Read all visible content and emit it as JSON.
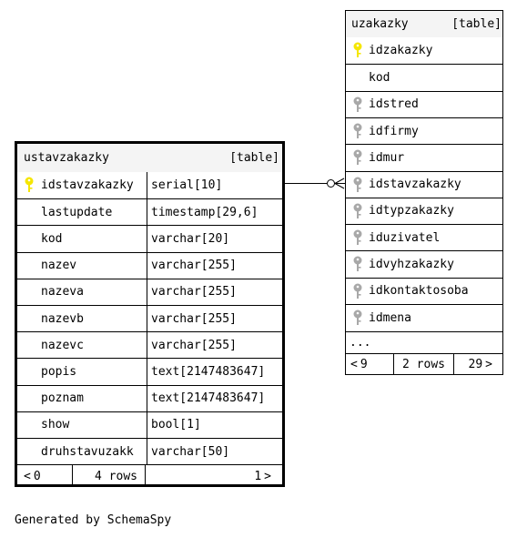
{
  "main_table": {
    "name": "ustavzakazky",
    "kind": "[table]",
    "columns": [
      {
        "name": "idstavzakazky",
        "type": "serial[10]",
        "key": "primary-key-icon"
      },
      {
        "name": "lastupdate",
        "type": "timestamp[29,6]",
        "key": ""
      },
      {
        "name": "kod",
        "type": "varchar[20]",
        "key": ""
      },
      {
        "name": "nazev",
        "type": "varchar[255]",
        "key": ""
      },
      {
        "name": "nazeva",
        "type": "varchar[255]",
        "key": ""
      },
      {
        "name": "nazevb",
        "type": "varchar[255]",
        "key": ""
      },
      {
        "name": "nazevc",
        "type": "varchar[255]",
        "key": ""
      },
      {
        "name": "popis",
        "type": "text[2147483647]",
        "key": ""
      },
      {
        "name": "poznam",
        "type": "text[2147483647]",
        "key": ""
      },
      {
        "name": "show",
        "type": "bool[1]",
        "key": ""
      },
      {
        "name": "druhstavuzakk",
        "type": "varchar[50]",
        "key": ""
      }
    ],
    "footer": {
      "parents": "0",
      "rows": "4 rows",
      "children": "1"
    }
  },
  "remote_table": {
    "name": "uzakazky",
    "kind": "[table]",
    "columns": [
      {
        "name": "idzakazky",
        "key": "primary-key-icon"
      },
      {
        "name": "kod",
        "key": ""
      },
      {
        "name": "idstred",
        "key": "foreign-key-icon"
      },
      {
        "name": "idfirmy",
        "key": "foreign-key-icon"
      },
      {
        "name": "idmur",
        "key": "foreign-key-icon"
      },
      {
        "name": "idstavzakazky",
        "key": "foreign-key-icon"
      },
      {
        "name": "idtypzakazky",
        "key": "foreign-key-icon"
      },
      {
        "name": "iduzivatel",
        "key": "foreign-key-icon"
      },
      {
        "name": "idvyhzakazky",
        "key": "foreign-key-icon"
      },
      {
        "name": "idkontaktosoba",
        "key": "foreign-key-icon"
      },
      {
        "name": "idmena",
        "key": "foreign-key-icon"
      }
    ],
    "ellipsis": "...",
    "footer": {
      "parents": "9",
      "rows": "2 rows",
      "children": "29"
    }
  },
  "footer_text": "Generated by SchemaSpy",
  "colors": {
    "primary_key": "#f5e600",
    "foreign_key": "#a8a8a8",
    "header_bg": "#f4f4f4",
    "line": "#000000"
  }
}
